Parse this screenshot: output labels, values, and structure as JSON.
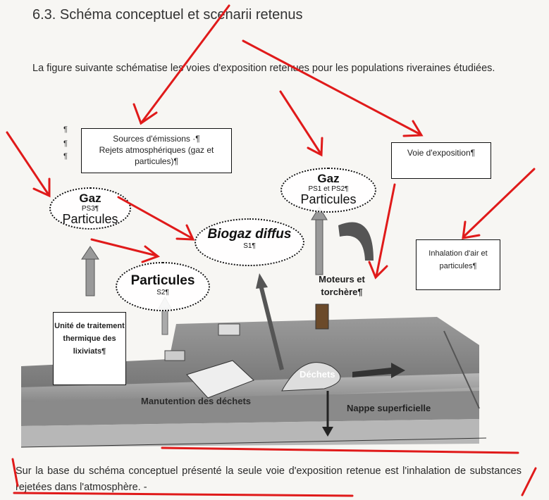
{
  "heading": "6.3. Schéma conceptuel et scenarii retenus",
  "intro": "La figure suivante schématise les voies d'exposition retenues pour les populations riveraines étudiées.",
  "diagram": {
    "sources_box": [
      "Sources d'émissions ·¶",
      "Rejets atmosphériques (gaz et particules)¶"
    ],
    "voie_box": "Voie d'exposition¶",
    "inhalation_box": "Inhalation d'air et particules¶",
    "traitement_box": "Unité de traitement thermique des lixiviats¶",
    "oval_gaz_left": {
      "top": "Gaz",
      "code": "PS3¶",
      "bottom": "Particules"
    },
    "oval_biogaz": {
      "title": "Biogaz diffus",
      "code": "S1¶"
    },
    "oval_particules": {
      "title": "Particules",
      "code": "S2¶"
    },
    "oval_gaz_right": {
      "top": "Gaz",
      "code": "PS1 et PS2¶",
      "bottom": "Particules"
    },
    "moteurs_label": "Moteurs et torchère¶",
    "dechets_label": "Déchets",
    "manutention_label": "Manutention des déchets",
    "nappe_label": "Nappe superficielle",
    "para_mark": "¶"
  },
  "conclusion": "Sur la base du schéma conceptuel présenté la seule voie d'exposition retenue est l'inhalation de substances rejetées dans l'atmosphère. -"
}
